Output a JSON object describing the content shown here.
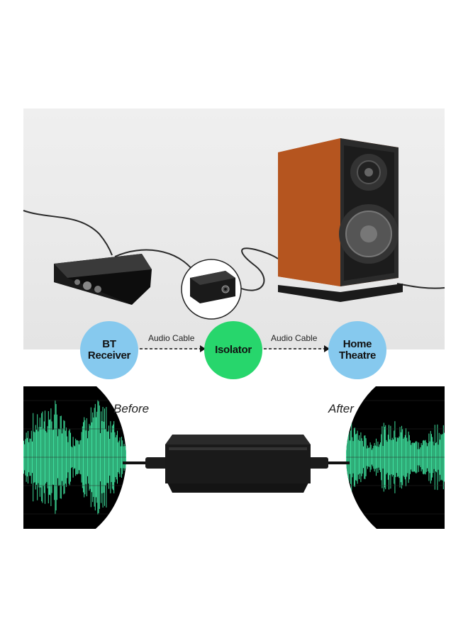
{
  "flow": {
    "source": "BT Receiver",
    "middle": "Isolator",
    "destination": "Home Theatre",
    "cable_left": "Audio Cable",
    "cable_right": "Audio Cable"
  },
  "waveform": {
    "before_label": "Before",
    "after_label": "After"
  },
  "colors": {
    "bubble_blue": "#86c9ee",
    "bubble_green": "#27d66c",
    "wave_green": "#3ddc9a",
    "speaker_wood": "#c4622b"
  }
}
